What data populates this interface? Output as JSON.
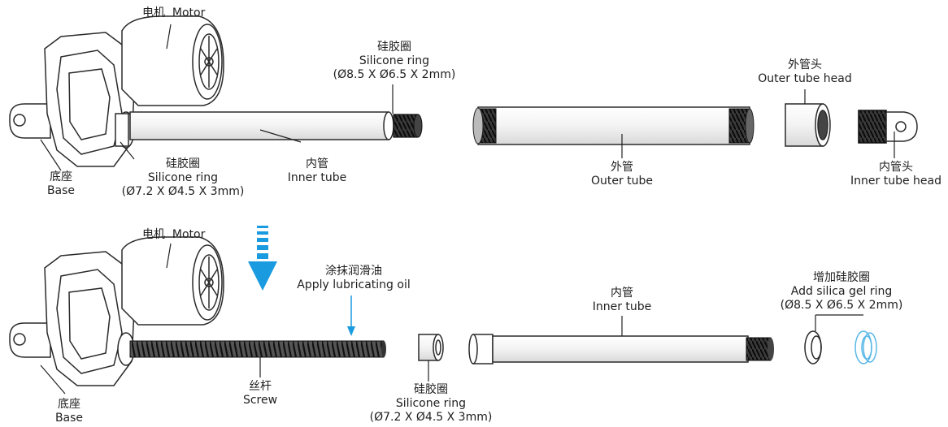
{
  "top": {
    "motor": {
      "cn": "电机",
      "en": "Motor"
    },
    "base": {
      "cn": "底座",
      "en": "Base"
    },
    "silicone_ring_small": {
      "cn": "硅胶圈",
      "en": "Silicone ring",
      "size": "(Ø7.2 X Ø4.5 X 3mm)"
    },
    "silicone_ring_large": {
      "cn": "硅胶圈",
      "en": "Silicone ring",
      "size": "(Ø8.5 X Ø6.5 X 2mm)"
    },
    "inner_tube": {
      "cn": "内管",
      "en": "Inner tube"
    },
    "outer_tube": {
      "cn": "外管",
      "en": "Outer tube"
    },
    "outer_tube_head": {
      "cn": "外管头",
      "en": "Outer tube head"
    },
    "inner_tube_head": {
      "cn": "内管头",
      "en": "Inner tube head"
    }
  },
  "bottom": {
    "motor": {
      "cn": "电机",
      "en": "Motor"
    },
    "base": {
      "cn": "底座",
      "en": "Base"
    },
    "lubricate": {
      "cn": "涂抹润滑油",
      "en": "Apply lubricating oil"
    },
    "screw": {
      "cn": "丝杆",
      "en": "Screw"
    },
    "silicone_ring": {
      "cn": "硅胶圈",
      "en": "Silicone ring",
      "size": "(Ø7.2 X Ø4.5 X 3mm)"
    },
    "inner_tube": {
      "cn": "内管",
      "en": "Inner tube"
    },
    "add_ring": {
      "cn": "增加硅胶圈",
      "en": "Add silica gel ring",
      "size": "(Ø8.5 X Ø6.5 X 2mm)"
    }
  },
  "colors": {
    "arrow": "#1a9be0",
    "line": "#2a2a2a",
    "thread": "#1c1c1c",
    "highlight_ring": "#5ab8e6"
  }
}
